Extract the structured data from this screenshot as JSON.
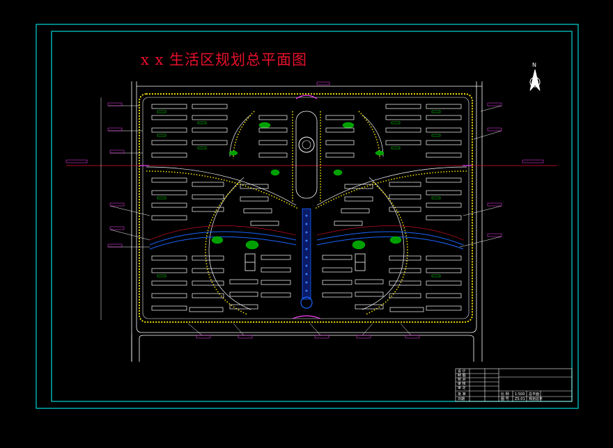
{
  "drawing": {
    "title": "x x 生活区规划总平面图",
    "north_label": "N"
  },
  "colors": {
    "background": "#000000",
    "frame": "#00d8d8",
    "title": "#e8102c",
    "road_outline": "#ffffff",
    "building": "#ffffff",
    "trees": "#f0e000",
    "grass": "#00c000",
    "water": "#1a66ff",
    "axis_line": "#e8102c",
    "annotation": "#ff40ff"
  },
  "title_block": {
    "rows_left": [
      "设 计",
      "制 图",
      "校 对",
      "审 核",
      "审 定",
      "批 准"
    ],
    "bottom_left": "日期",
    "cell_scale_label": "比 例",
    "cell_scale_value": "1:500",
    "cell_number_label": "图 号",
    "cell_number_value": "ZS-01",
    "cell_drawing_label": "总平面",
    "cell_project_label": "规划总平"
  }
}
